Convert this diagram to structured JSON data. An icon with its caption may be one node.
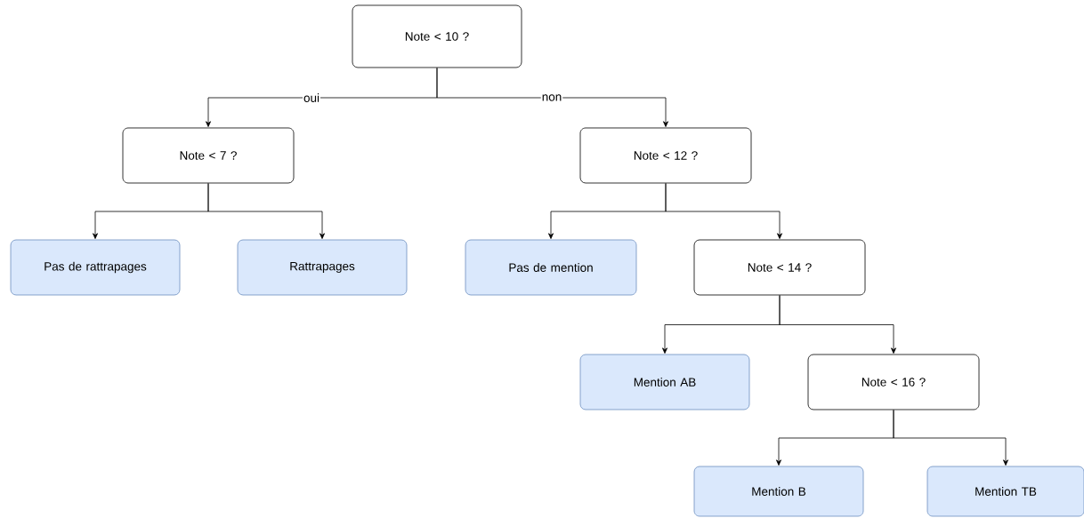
{
  "diagram": {
    "nodes": [
      {
        "text": [
          "Note < 10 ?"
        ]
      },
      {
        "text": [
          "Note < 7 ?"
        ]
      },
      {
        "text": [
          "Note < 12 ?"
        ]
      },
      {
        "text": [
          "Pas de rattrapages"
        ]
      },
      {
        "text": [
          "Rattrapages"
        ]
      },
      {
        "text": [
          "Pas de mention"
        ]
      },
      {
        "text": [
          "Note < 14 ?"
        ]
      },
      {
        "text": [
          "Mention AB"
        ]
      },
      {
        "text": [
          "Note < 16 ?"
        ]
      },
      {
        "text": [
          "Mention B"
        ]
      },
      {
        "text": [
          "Mention TB"
        ]
      }
    ],
    "edges": [
      {
        "from": 0,
        "to": 1,
        "arrow": "to",
        "label": "oui"
      },
      {
        "from": 0,
        "to": 2,
        "arrow": "to",
        "label": "non"
      },
      {
        "from": 1,
        "to": 3,
        "arrow": "to"
      },
      {
        "from": 1,
        "to": 4,
        "arrow": "to"
      },
      {
        "from": 2,
        "to": 5,
        "arrow": "to"
      },
      {
        "from": 2,
        "to": 6,
        "arrow": "to"
      },
      {
        "from": 6,
        "to": 7,
        "arrow": "to"
      },
      {
        "from": 6,
        "to": 8,
        "arrow": "to"
      },
      {
        "from": 8,
        "to": 9,
        "arrow": "to"
      },
      {
        "from": 8,
        "to": 10,
        "arrow": "to"
      }
    ]
  }
}
